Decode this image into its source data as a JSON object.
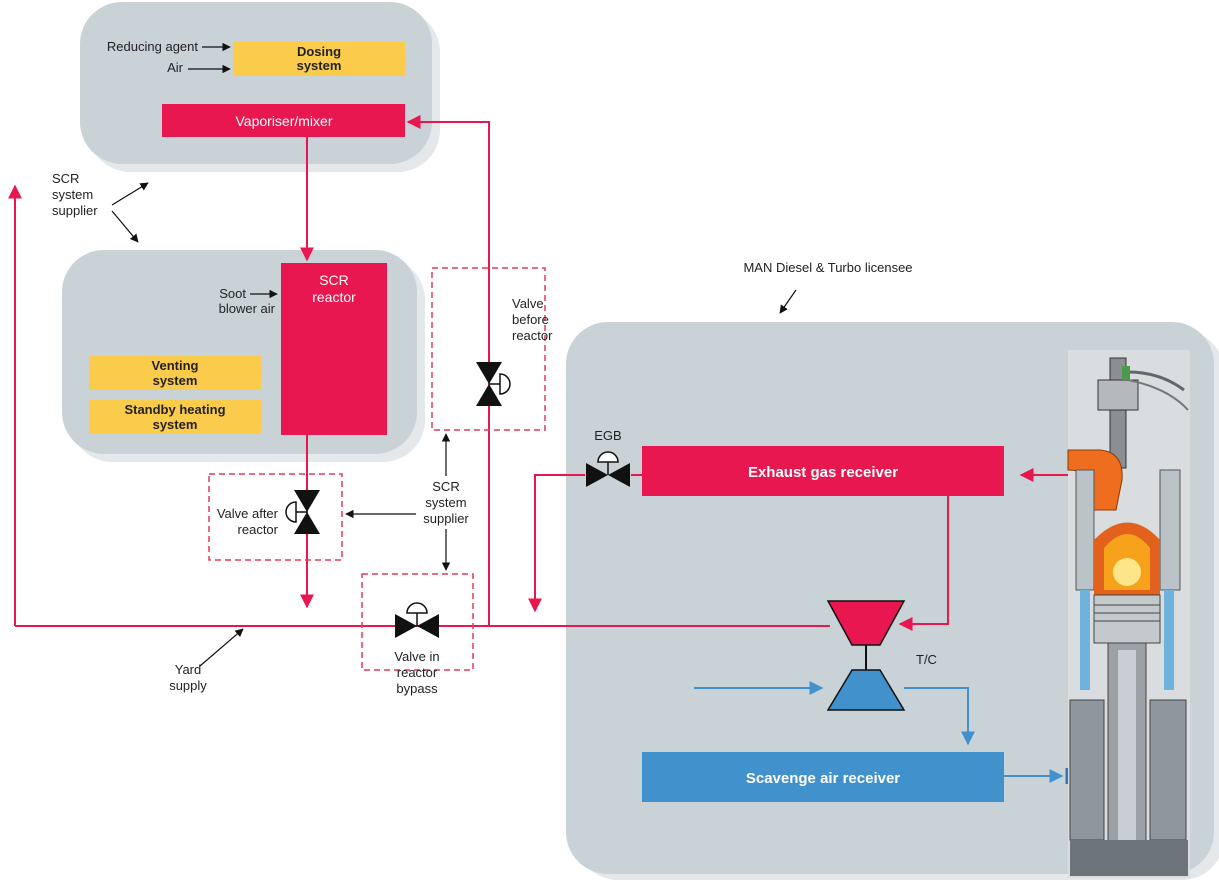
{
  "dosing": {
    "reducing_agent": "Reducing agent",
    "air": "Air",
    "dosing_line1": "Dosing",
    "dosing_line2": "system",
    "vaporiser": "Vaporiser/mixer"
  },
  "reactor": {
    "title_line1": "SCR",
    "title_line2": "reactor",
    "soot_line1": "Soot",
    "soot_line2": "blower air",
    "venting_line1": "Venting",
    "venting_line2": "system",
    "standby_line1": "Standby heating",
    "standby_line2": "system"
  },
  "supplier_top": {
    "line1": "SCR",
    "line2": "system",
    "line3": "supplier"
  },
  "supplier_mid": {
    "line1": "SCR",
    "line2": "system",
    "line3": "supplier"
  },
  "valve_before": {
    "line1": "Valve",
    "line2": "before",
    "line3": "reactor"
  },
  "valve_after": {
    "line1": "Valve after",
    "line2": "reactor"
  },
  "valve_bypass": {
    "line1": "Valve in",
    "line2": "reactor",
    "line3": "bypass"
  },
  "yard": {
    "line1": "Yard",
    "line2": "supply"
  },
  "engine": {
    "licensee": "MAN Diesel & Turbo licensee",
    "egb": "EGB",
    "exhaust": "Exhaust gas receiver",
    "scavenge": "Scavenge air receiver",
    "tc": "T/C"
  },
  "colors": {
    "red": "#e8174f",
    "yellow": "#fbcb4c",
    "blue": "#4191cd",
    "panel": "#c9d2d6",
    "dashed": "#e03b5a"
  }
}
